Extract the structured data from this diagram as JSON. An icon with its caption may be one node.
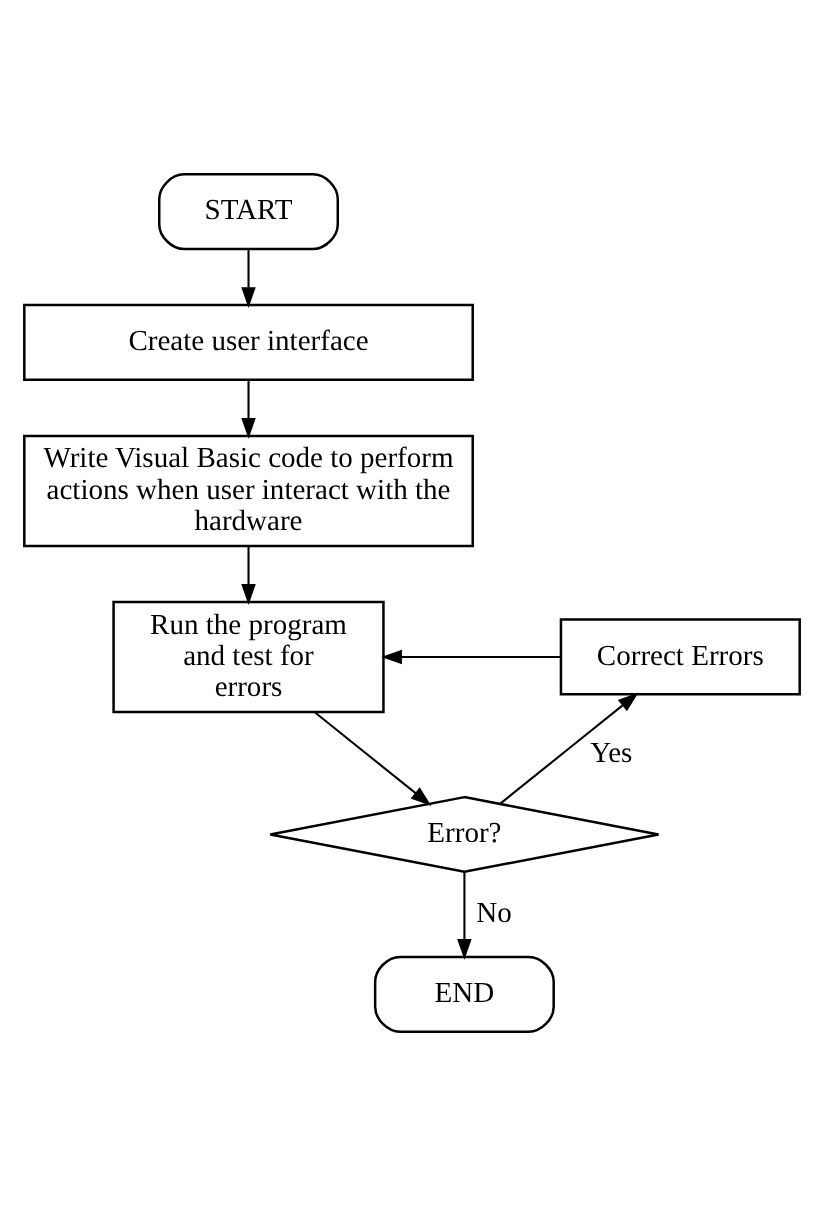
{
  "diagram": {
    "nodes": [
      {
        "text": [
          "START"
        ]
      },
      {
        "text": [
          "Create user interface"
        ]
      },
      {
        "text": [
          "Write Visual Basic code to perform actions when user interact with the hardware"
        ]
      },
      {
        "text": [
          "Run the program and test for errors"
        ]
      },
      {
        "text": [
          "Error?"
        ]
      },
      {
        "text": [
          "Correct Errors"
        ]
      },
      {
        "text": [
          "END"
        ]
      }
    ],
    "edges": [
      {
        "from": 0,
        "to": 1,
        "arrow": "to"
      },
      {
        "from": 1,
        "to": 2,
        "arrow": "to"
      },
      {
        "from": 2,
        "to": 3,
        "arrow": "to"
      },
      {
        "from": 3,
        "to": 4,
        "arrow": "to"
      },
      {
        "from": 4,
        "to": 5,
        "arrow": "to",
        "label": "Yes"
      },
      {
        "from": 5,
        "to": 3,
        "arrow": "to"
      },
      {
        "from": 4,
        "to": 6,
        "arrow": "to",
        "label": "No"
      }
    ]
  }
}
